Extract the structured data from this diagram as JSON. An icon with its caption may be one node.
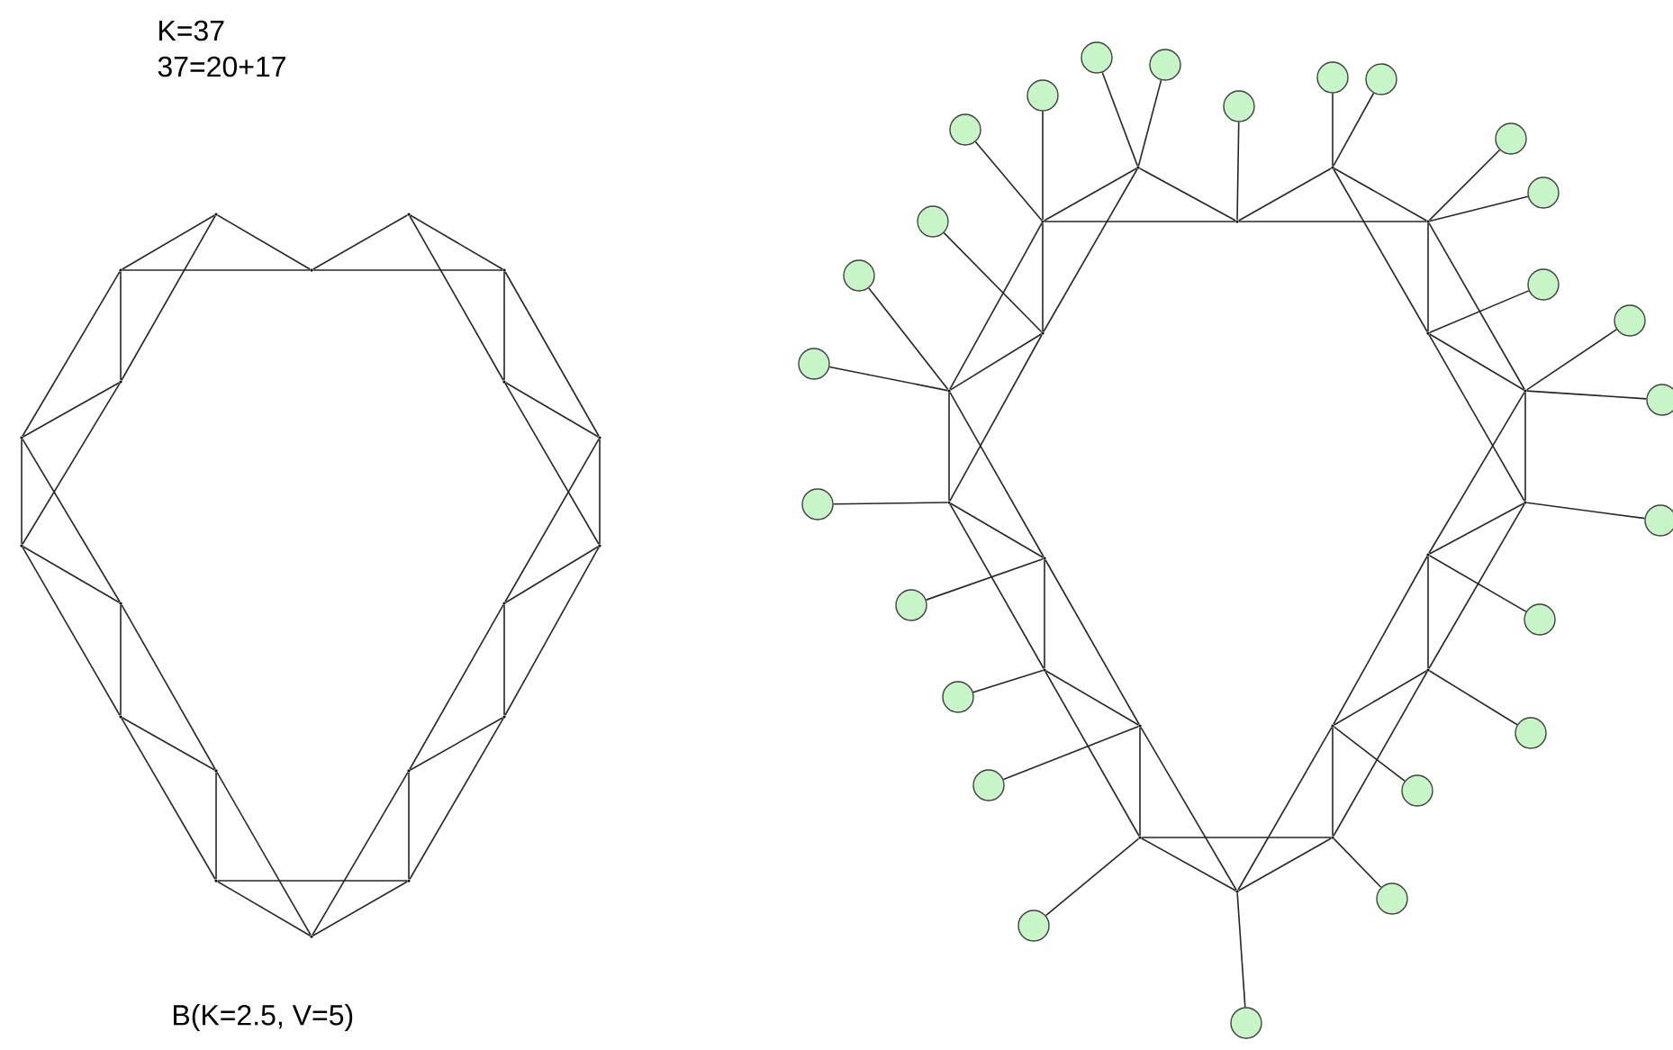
{
  "diagram": {
    "nodes": [
      {
        "text": [],
        "shape": "point"
      },
      {
        "text": [],
        "shape": "point"
      },
      {
        "text": [],
        "shape": "point"
      },
      {
        "text": [],
        "shape": "point"
      },
      {
        "text": [],
        "shape": "point"
      },
      {
        "text": [],
        "shape": "point"
      },
      {
        "text": [],
        "shape": "point"
      },
      {
        "text": [],
        "shape": "point"
      },
      {
        "text": [],
        "shape": "point"
      },
      {
        "text": [],
        "shape": "point"
      },
      {
        "text": [],
        "shape": "point"
      },
      {
        "text": [],
        "shape": "point"
      },
      {
        "text": [],
        "shape": "point"
      },
      {
        "text": [],
        "shape": "point"
      },
      {
        "text": [],
        "shape": "point"
      },
      {
        "text": [],
        "shape": "point"
      },
      {
        "text": [],
        "shape": "point"
      },
      {
        "text": [],
        "shape": "point"
      },
      {
        "text": [],
        "shape": "point"
      },
      {
        "text": [],
        "shape": "point"
      },
      {
        "text": [],
        "shape": "point"
      },
      {
        "text": [],
        "shape": "point"
      },
      {
        "text": [],
        "shape": "point"
      },
      {
        "text": [],
        "shape": "point"
      },
      {
        "text": [],
        "shape": "point"
      },
      {
        "text": [],
        "shape": "point"
      },
      {
        "text": [],
        "shape": "point"
      },
      {
        "text": [],
        "shape": "point"
      },
      {
        "text": [],
        "shape": "point"
      },
      {
        "text": [],
        "shape": "point"
      },
      {
        "text": [],
        "shape": "point"
      },
      {
        "text": [],
        "shape": "point"
      },
      {
        "text": [],
        "shape": "point"
      },
      {
        "text": [],
        "shape": "point"
      },
      {
        "text": [],
        "shape": "point"
      },
      {
        "text": [],
        "shape": "point"
      },
      {
        "text": [],
        "shape": "point"
      },
      {
        "text": [],
        "shape": "point"
      },
      {
        "text": [],
        "shape": "point"
      },
      {
        "text": [],
        "shape": "point"
      },
      {
        "text": [],
        "shape": "circle"
      },
      {
        "text": [],
        "shape": "circle"
      },
      {
        "text": [],
        "shape": "circle"
      },
      {
        "text": [],
        "shape": "circle"
      },
      {
        "text": [],
        "shape": "circle"
      },
      {
        "text": [],
        "shape": "circle"
      },
      {
        "text": [],
        "shape": "circle"
      },
      {
        "text": [],
        "shape": "circle"
      },
      {
        "text": [],
        "shape": "circle"
      },
      {
        "text": [],
        "shape": "circle"
      },
      {
        "text": [],
        "shape": "circle"
      },
      {
        "text": [],
        "shape": "circle"
      },
      {
        "text": [],
        "shape": "circle"
      },
      {
        "text": [],
        "shape": "circle"
      },
      {
        "text": [],
        "shape": "circle"
      },
      {
        "text": [],
        "shape": "circle"
      },
      {
        "text": [],
        "shape": "circle"
      },
      {
        "text": [],
        "shape": "circle"
      },
      {
        "text": [],
        "shape": "circle"
      },
      {
        "text": [],
        "shape": "circle"
      },
      {
        "text": [],
        "shape": "circle"
      },
      {
        "text": [],
        "shape": "circle"
      },
      {
        "text": [],
        "shape": "circle"
      },
      {
        "text": [],
        "shape": "circle"
      },
      {
        "text": [],
        "shape": "circle"
      },
      {
        "text": [],
        "shape": "circle"
      }
    ],
    "edges": [
      {
        "from": 0,
        "to": 1,
        "arrow": "none"
      },
      {
        "from": 1,
        "to": 2,
        "arrow": "none"
      },
      {
        "from": 2,
        "to": 3,
        "arrow": "none"
      },
      {
        "from": 3,
        "to": 4,
        "arrow": "none"
      },
      {
        "from": 4,
        "to": 5,
        "arrow": "none"
      },
      {
        "from": 5,
        "to": 6,
        "arrow": "none"
      },
      {
        "from": 6,
        "to": 7,
        "arrow": "none"
      },
      {
        "from": 7,
        "to": 8,
        "arrow": "none"
      },
      {
        "from": 8,
        "to": 9,
        "arrow": "none"
      },
      {
        "from": 9,
        "to": 10,
        "arrow": "none"
      },
      {
        "from": 10,
        "to": 11,
        "arrow": "none"
      },
      {
        "from": 11,
        "to": 12,
        "arrow": "none"
      },
      {
        "from": 12,
        "to": 13,
        "arrow": "none"
      },
      {
        "from": 13,
        "to": 14,
        "arrow": "none"
      },
      {
        "from": 14,
        "to": 15,
        "arrow": "none"
      },
      {
        "from": 15,
        "to": 16,
        "arrow": "none"
      },
      {
        "from": 16,
        "to": 17,
        "arrow": "none"
      },
      {
        "from": 17,
        "to": 18,
        "arrow": "none"
      },
      {
        "from": 18,
        "to": 19,
        "arrow": "none"
      },
      {
        "from": 19,
        "to": 0,
        "arrow": "none"
      },
      {
        "from": 1,
        "to": 3,
        "arrow": "none"
      },
      {
        "from": 2,
        "to": 4,
        "arrow": "none"
      },
      {
        "from": 3,
        "to": 5,
        "arrow": "none"
      },
      {
        "from": 4,
        "to": 6,
        "arrow": "none"
      },
      {
        "from": 5,
        "to": 7,
        "arrow": "none"
      },
      {
        "from": 6,
        "to": 8,
        "arrow": "none"
      },
      {
        "from": 7,
        "to": 9,
        "arrow": "none"
      },
      {
        "from": 8,
        "to": 10,
        "arrow": "none"
      },
      {
        "from": 9,
        "to": 11,
        "arrow": "none"
      },
      {
        "from": 10,
        "to": 12,
        "arrow": "none"
      },
      {
        "from": 11,
        "to": 13,
        "arrow": "none"
      },
      {
        "from": 12,
        "to": 14,
        "arrow": "none"
      },
      {
        "from": 13,
        "to": 15,
        "arrow": "none"
      },
      {
        "from": 14,
        "to": 16,
        "arrow": "none"
      },
      {
        "from": 15,
        "to": 17,
        "arrow": "none"
      },
      {
        "from": 16,
        "to": 18,
        "arrow": "none"
      },
      {
        "from": 17,
        "to": 19,
        "arrow": "none"
      },
      {
        "from": 18,
        "to": 0,
        "arrow": "none"
      },
      {
        "from": 19,
        "to": 1,
        "arrow": "none"
      },
      {
        "from": 20,
        "to": 21,
        "arrow": "none"
      },
      {
        "from": 21,
        "to": 22,
        "arrow": "none"
      },
      {
        "from": 22,
        "to": 23,
        "arrow": "none"
      },
      {
        "from": 23,
        "to": 24,
        "arrow": "none"
      },
      {
        "from": 24,
        "to": 25,
        "arrow": "none"
      },
      {
        "from": 25,
        "to": 26,
        "arrow": "none"
      },
      {
        "from": 26,
        "to": 27,
        "arrow": "none"
      },
      {
        "from": 27,
        "to": 28,
        "arrow": "none"
      },
      {
        "from": 28,
        "to": 29,
        "arrow": "none"
      },
      {
        "from": 29,
        "to": 30,
        "arrow": "none"
      },
      {
        "from": 30,
        "to": 31,
        "arrow": "none"
      },
      {
        "from": 31,
        "to": 32,
        "arrow": "none"
      },
      {
        "from": 32,
        "to": 33,
        "arrow": "none"
      },
      {
        "from": 33,
        "to": 34,
        "arrow": "none"
      },
      {
        "from": 34,
        "to": 35,
        "arrow": "none"
      },
      {
        "from": 35,
        "to": 36,
        "arrow": "none"
      },
      {
        "from": 36,
        "to": 37,
        "arrow": "none"
      },
      {
        "from": 37,
        "to": 38,
        "arrow": "none"
      },
      {
        "from": 38,
        "to": 39,
        "arrow": "none"
      },
      {
        "from": 39,
        "to": 20,
        "arrow": "none"
      },
      {
        "from": 21,
        "to": 23,
        "arrow": "none"
      },
      {
        "from": 22,
        "to": 24,
        "arrow": "none"
      },
      {
        "from": 23,
        "to": 25,
        "arrow": "none"
      },
      {
        "from": 24,
        "to": 26,
        "arrow": "none"
      },
      {
        "from": 25,
        "to": 27,
        "arrow": "none"
      },
      {
        "from": 26,
        "to": 28,
        "arrow": "none"
      },
      {
        "from": 27,
        "to": 29,
        "arrow": "none"
      },
      {
        "from": 28,
        "to": 30,
        "arrow": "none"
      },
      {
        "from": 29,
        "to": 31,
        "arrow": "none"
      },
      {
        "from": 30,
        "to": 32,
        "arrow": "none"
      },
      {
        "from": 31,
        "to": 33,
        "arrow": "none"
      },
      {
        "from": 32,
        "to": 34,
        "arrow": "none"
      },
      {
        "from": 33,
        "to": 35,
        "arrow": "none"
      },
      {
        "from": 34,
        "to": 36,
        "arrow": "none"
      },
      {
        "from": 35,
        "to": 37,
        "arrow": "none"
      },
      {
        "from": 36,
        "to": 38,
        "arrow": "none"
      },
      {
        "from": 37,
        "to": 39,
        "arrow": "none"
      },
      {
        "from": 38,
        "to": 20,
        "arrow": "none"
      },
      {
        "from": 39,
        "to": 21,
        "arrow": "none"
      },
      {
        "from": 40,
        "to": 37,
        "arrow": "none"
      },
      {
        "from": 41,
        "to": 37,
        "arrow": "none"
      },
      {
        "from": 42,
        "to": 38,
        "arrow": "none"
      },
      {
        "from": 43,
        "to": 39,
        "arrow": "none"
      },
      {
        "from": 44,
        "to": 39,
        "arrow": "none"
      },
      {
        "from": 45,
        "to": 20,
        "arrow": "none"
      },
      {
        "from": 46,
        "to": 20,
        "arrow": "none"
      },
      {
        "from": 47,
        "to": 21,
        "arrow": "none"
      },
      {
        "from": 48,
        "to": 22,
        "arrow": "none"
      },
      {
        "from": 49,
        "to": 22,
        "arrow": "none"
      },
      {
        "from": 50,
        "to": 23,
        "arrow": "none"
      },
      {
        "from": 51,
        "to": 23,
        "arrow": "none"
      },
      {
        "from": 52,
        "to": 24,
        "arrow": "none"
      },
      {
        "from": 53,
        "to": 25,
        "arrow": "none"
      },
      {
        "from": 54,
        "to": 25,
        "arrow": "none"
      },
      {
        "from": 55,
        "to": 26,
        "arrow": "none"
      },
      {
        "from": 56,
        "to": 27,
        "arrow": "none"
      },
      {
        "from": 57,
        "to": 28,
        "arrow": "none"
      },
      {
        "from": 58,
        "to": 29,
        "arrow": "none"
      },
      {
        "from": 59,
        "to": 30,
        "arrow": "none"
      },
      {
        "from": 60,
        "to": 31,
        "arrow": "none"
      },
      {
        "from": 61,
        "to": 32,
        "arrow": "none"
      },
      {
        "from": 62,
        "to": 33,
        "arrow": "none"
      },
      {
        "from": 63,
        "to": 34,
        "arrow": "none"
      },
      {
        "from": 64,
        "to": 35,
        "arrow": "none"
      },
      {
        "from": 65,
        "to": 36,
        "arrow": "none"
      }
    ],
    "labels": [
      "K=37",
      "37=20+17",
      "B(K=2.5, V=5)"
    ]
  }
}
